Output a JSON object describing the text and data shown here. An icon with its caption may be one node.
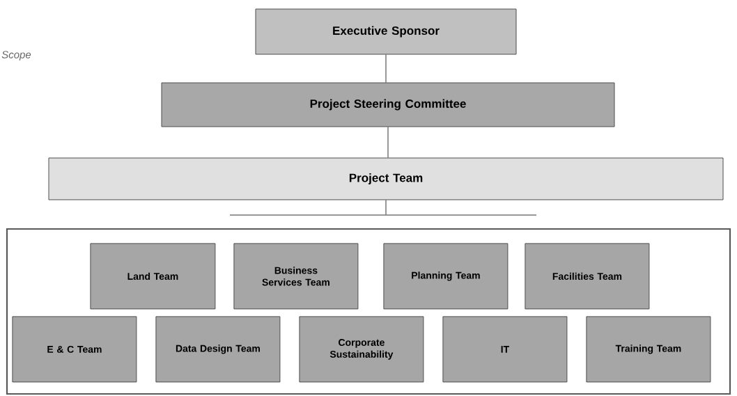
{
  "diagram": {
    "nodes": [
      {
        "text": [
          "Executive Sponsor"
        ]
      },
      {
        "text": [
          "Project Steering Committee"
        ]
      },
      {
        "text": [
          "Project Team"
        ]
      },
      {
        "text": [],
        "shape": "bar"
      },
      {
        "text": [],
        "shape": "box"
      },
      {
        "text": [
          "Land Team"
        ],
        "in": 4
      },
      {
        "text": [
          "Business Services Team"
        ],
        "in": 4
      },
      {
        "text": [
          "Planning Team"
        ],
        "in": 4
      },
      {
        "text": [
          "Facilities Team"
        ],
        "in": 4
      },
      {
        "text": [
          "E & C Team"
        ],
        "in": 4
      },
      {
        "text": [
          "Data Design Team"
        ],
        "in": 4
      },
      {
        "text": [
          "Corporate Sustainability"
        ],
        "in": 4
      },
      {
        "text": [
          "IT"
        ],
        "in": 4
      },
      {
        "text": [
          "Training Team"
        ],
        "in": 4
      }
    ],
    "edges": [
      {
        "from": 0,
        "to": 1,
        "arrow": "none"
      },
      {
        "from": 1,
        "to": 2,
        "arrow": "none"
      },
      {
        "from": 2,
        "to": 3,
        "arrow": "none"
      }
    ],
    "labels": [
      "Scope"
    ]
  }
}
